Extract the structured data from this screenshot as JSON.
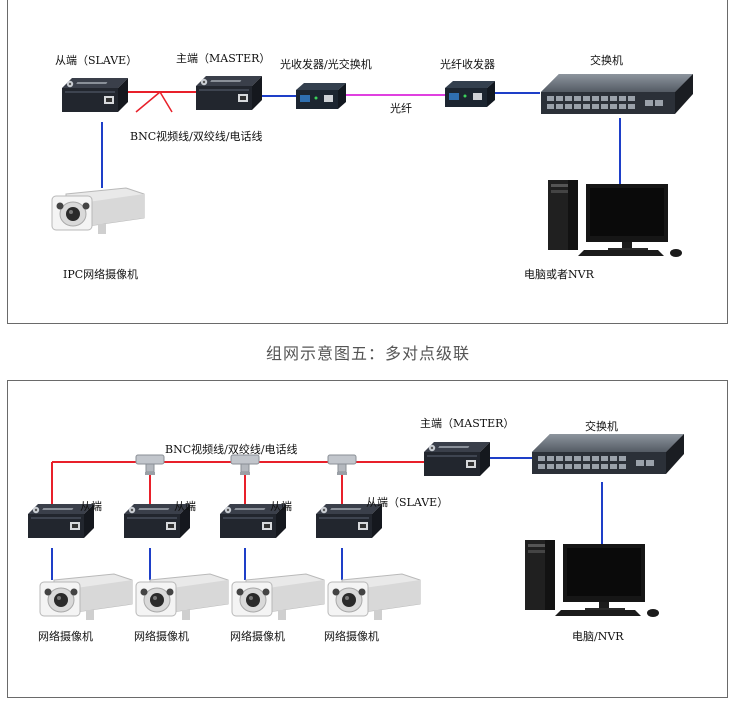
{
  "caption": "组网示意图五：多对点级联",
  "top": {
    "slave_label": "从端（SLAVE）",
    "master_label": "主端（MASTER）",
    "transceiver_label": "光收发器/光交换机",
    "fiber_transceiver_label": "光纤收发器",
    "switch_label": "交换机",
    "cable_label": "BNC视频线/双绞线/电话线",
    "fiber_label": "光纤",
    "camera_label": "IPC网络摄像机",
    "pc_label": "电脑或者NVR"
  },
  "bottom": {
    "master_label": "主端（MASTER）",
    "switch_label": "交换机",
    "cable_label": "BNC视频线/双绞线/电话线",
    "slave_labels": [
      "从端",
      "从端",
      "从端",
      "从端（SLAVE）"
    ],
    "camera_labels": [
      "网络摄像机",
      "网络摄像机",
      "网络摄像机",
      "网络摄像机"
    ],
    "pc_label": "电脑/NVR"
  },
  "colors": {
    "coax": "#e8202a",
    "ethernet": "#1e3fc8",
    "fiber": "#e040e0"
  },
  "icons": [
    "coax-ethernet-converter-icon",
    "fiber-transceiver-icon",
    "network-switch-icon",
    "bullet-camera-icon",
    "desktop-computer-icon",
    "bnc-t-connector-icon"
  ]
}
